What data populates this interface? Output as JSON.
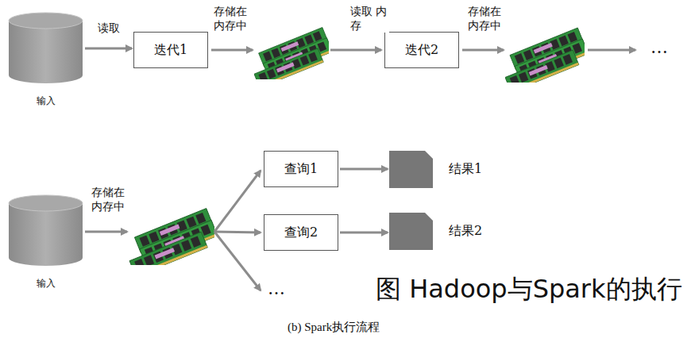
{
  "diagram": {
    "caption": "(b) Spark执行流程",
    "nodes": [
      {
        "text": [
          "输入"
        ]
      },
      {
        "text": [
          "迭代1"
        ]
      },
      {
        "text": [
          "迭代2"
        ]
      },
      {
        "text": [
          "输入"
        ]
      },
      {
        "text": [
          "查询1"
        ]
      },
      {
        "text": [
          "查询2"
        ]
      },
      {
        "text": [
          "结果1"
        ]
      },
      {
        "text": [
          "结果2"
        ]
      }
    ],
    "edges": [
      {
        "from": 0,
        "to": 1,
        "label": "读取",
        "arrow": "to"
      },
      {
        "from": 4,
        "to": 6,
        "arrow": "to"
      },
      {
        "from": 5,
        "to": 7,
        "arrow": "to"
      }
    ],
    "labels": [
      "存储在 内存中",
      "读取 内存",
      "存储在 内存中",
      "…",
      "存储在 内存中",
      "…",
      "图 Hadoop与Spark的执行"
    ]
  }
}
